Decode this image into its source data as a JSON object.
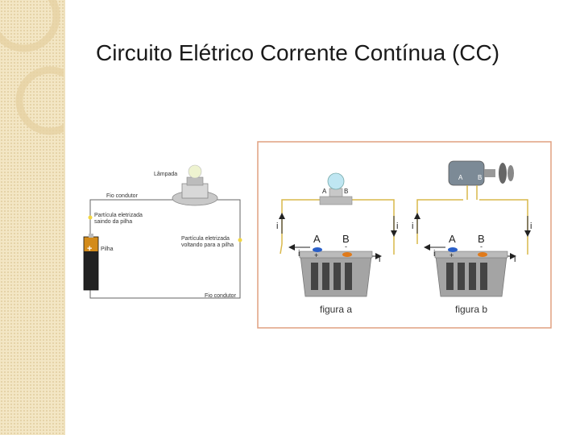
{
  "slide": {
    "title": "Circuito Elétrico Corrente Contínua (CC)"
  },
  "left_figure": {
    "lamp_label": "Lâmpada",
    "top_wire_label": "Fio condutor",
    "particle_leaving_label_1": "Partícula eletrizada",
    "particle_leaving_label_2": "saindo da pilha",
    "battery_label": "Pilha",
    "battery_plus": "+",
    "particle_returning_label_1": "Partícula eletrizada",
    "particle_returning_label_2": "voltando para a pilha",
    "bottom_wire_label": "Fio condutor"
  },
  "right_figure": {
    "current_symbol": "i",
    "terminal_a": "A",
    "terminal_b": "B",
    "plus_sign": "+",
    "minus_sign": "-",
    "figure_a_caption": "figura a",
    "figure_b_caption": "figura b"
  },
  "colors": {
    "sidebar": "#f3e6c4",
    "wire_yellow": "#d9b84a",
    "frame_border": "#e0a080",
    "battery_gray": "#9a9a9a"
  }
}
